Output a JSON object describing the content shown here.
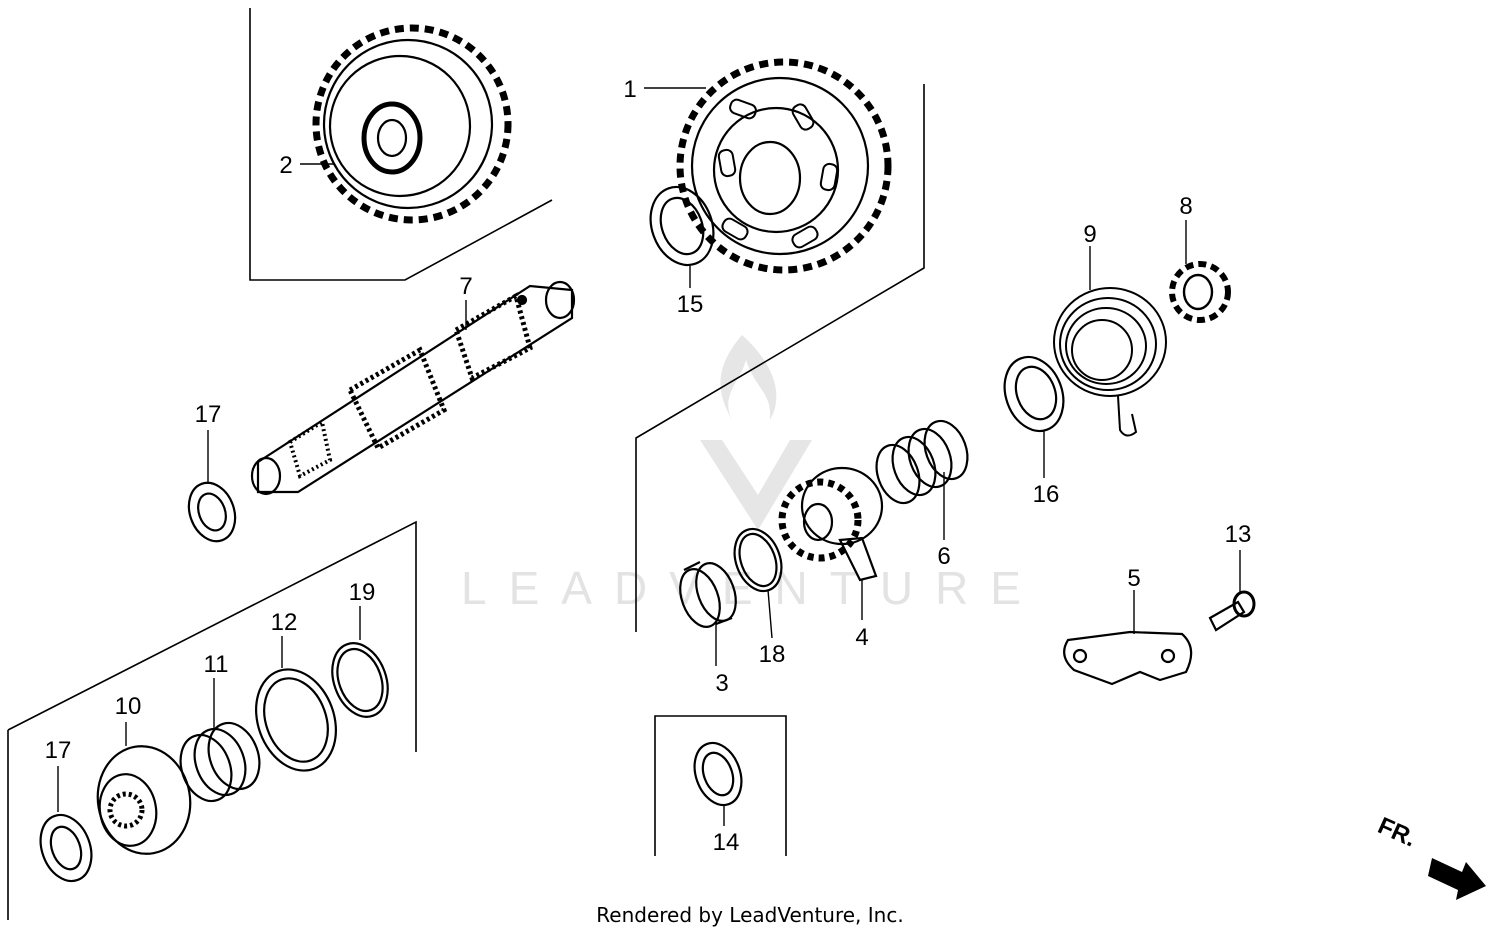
{
  "watermark": {
    "wordmark": "LEADVENTURE"
  },
  "diagram": {
    "callouts": [
      {
        "id": "c1",
        "label": "1"
      },
      {
        "id": "c2",
        "label": "2"
      },
      {
        "id": "c3",
        "label": "3"
      },
      {
        "id": "c4",
        "label": "4"
      },
      {
        "id": "c5",
        "label": "5"
      },
      {
        "id": "c6",
        "label": "6"
      },
      {
        "id": "c7",
        "label": "7"
      },
      {
        "id": "c8",
        "label": "8"
      },
      {
        "id": "c9",
        "label": "9"
      },
      {
        "id": "c10",
        "label": "10"
      },
      {
        "id": "c11",
        "label": "11"
      },
      {
        "id": "c12",
        "label": "12"
      },
      {
        "id": "c13",
        "label": "13"
      },
      {
        "id": "c14",
        "label": "14"
      },
      {
        "id": "c15",
        "label": "15"
      },
      {
        "id": "c16",
        "label": "16"
      },
      {
        "id": "c17a",
        "label": "17"
      },
      {
        "id": "c17b",
        "label": "17"
      },
      {
        "id": "c18",
        "label": "18"
      },
      {
        "id": "c19",
        "label": "19"
      }
    ],
    "direction_arrow": {
      "label": "FR."
    }
  },
  "footer": {
    "credit": "Rendered by LeadVenture, Inc."
  }
}
